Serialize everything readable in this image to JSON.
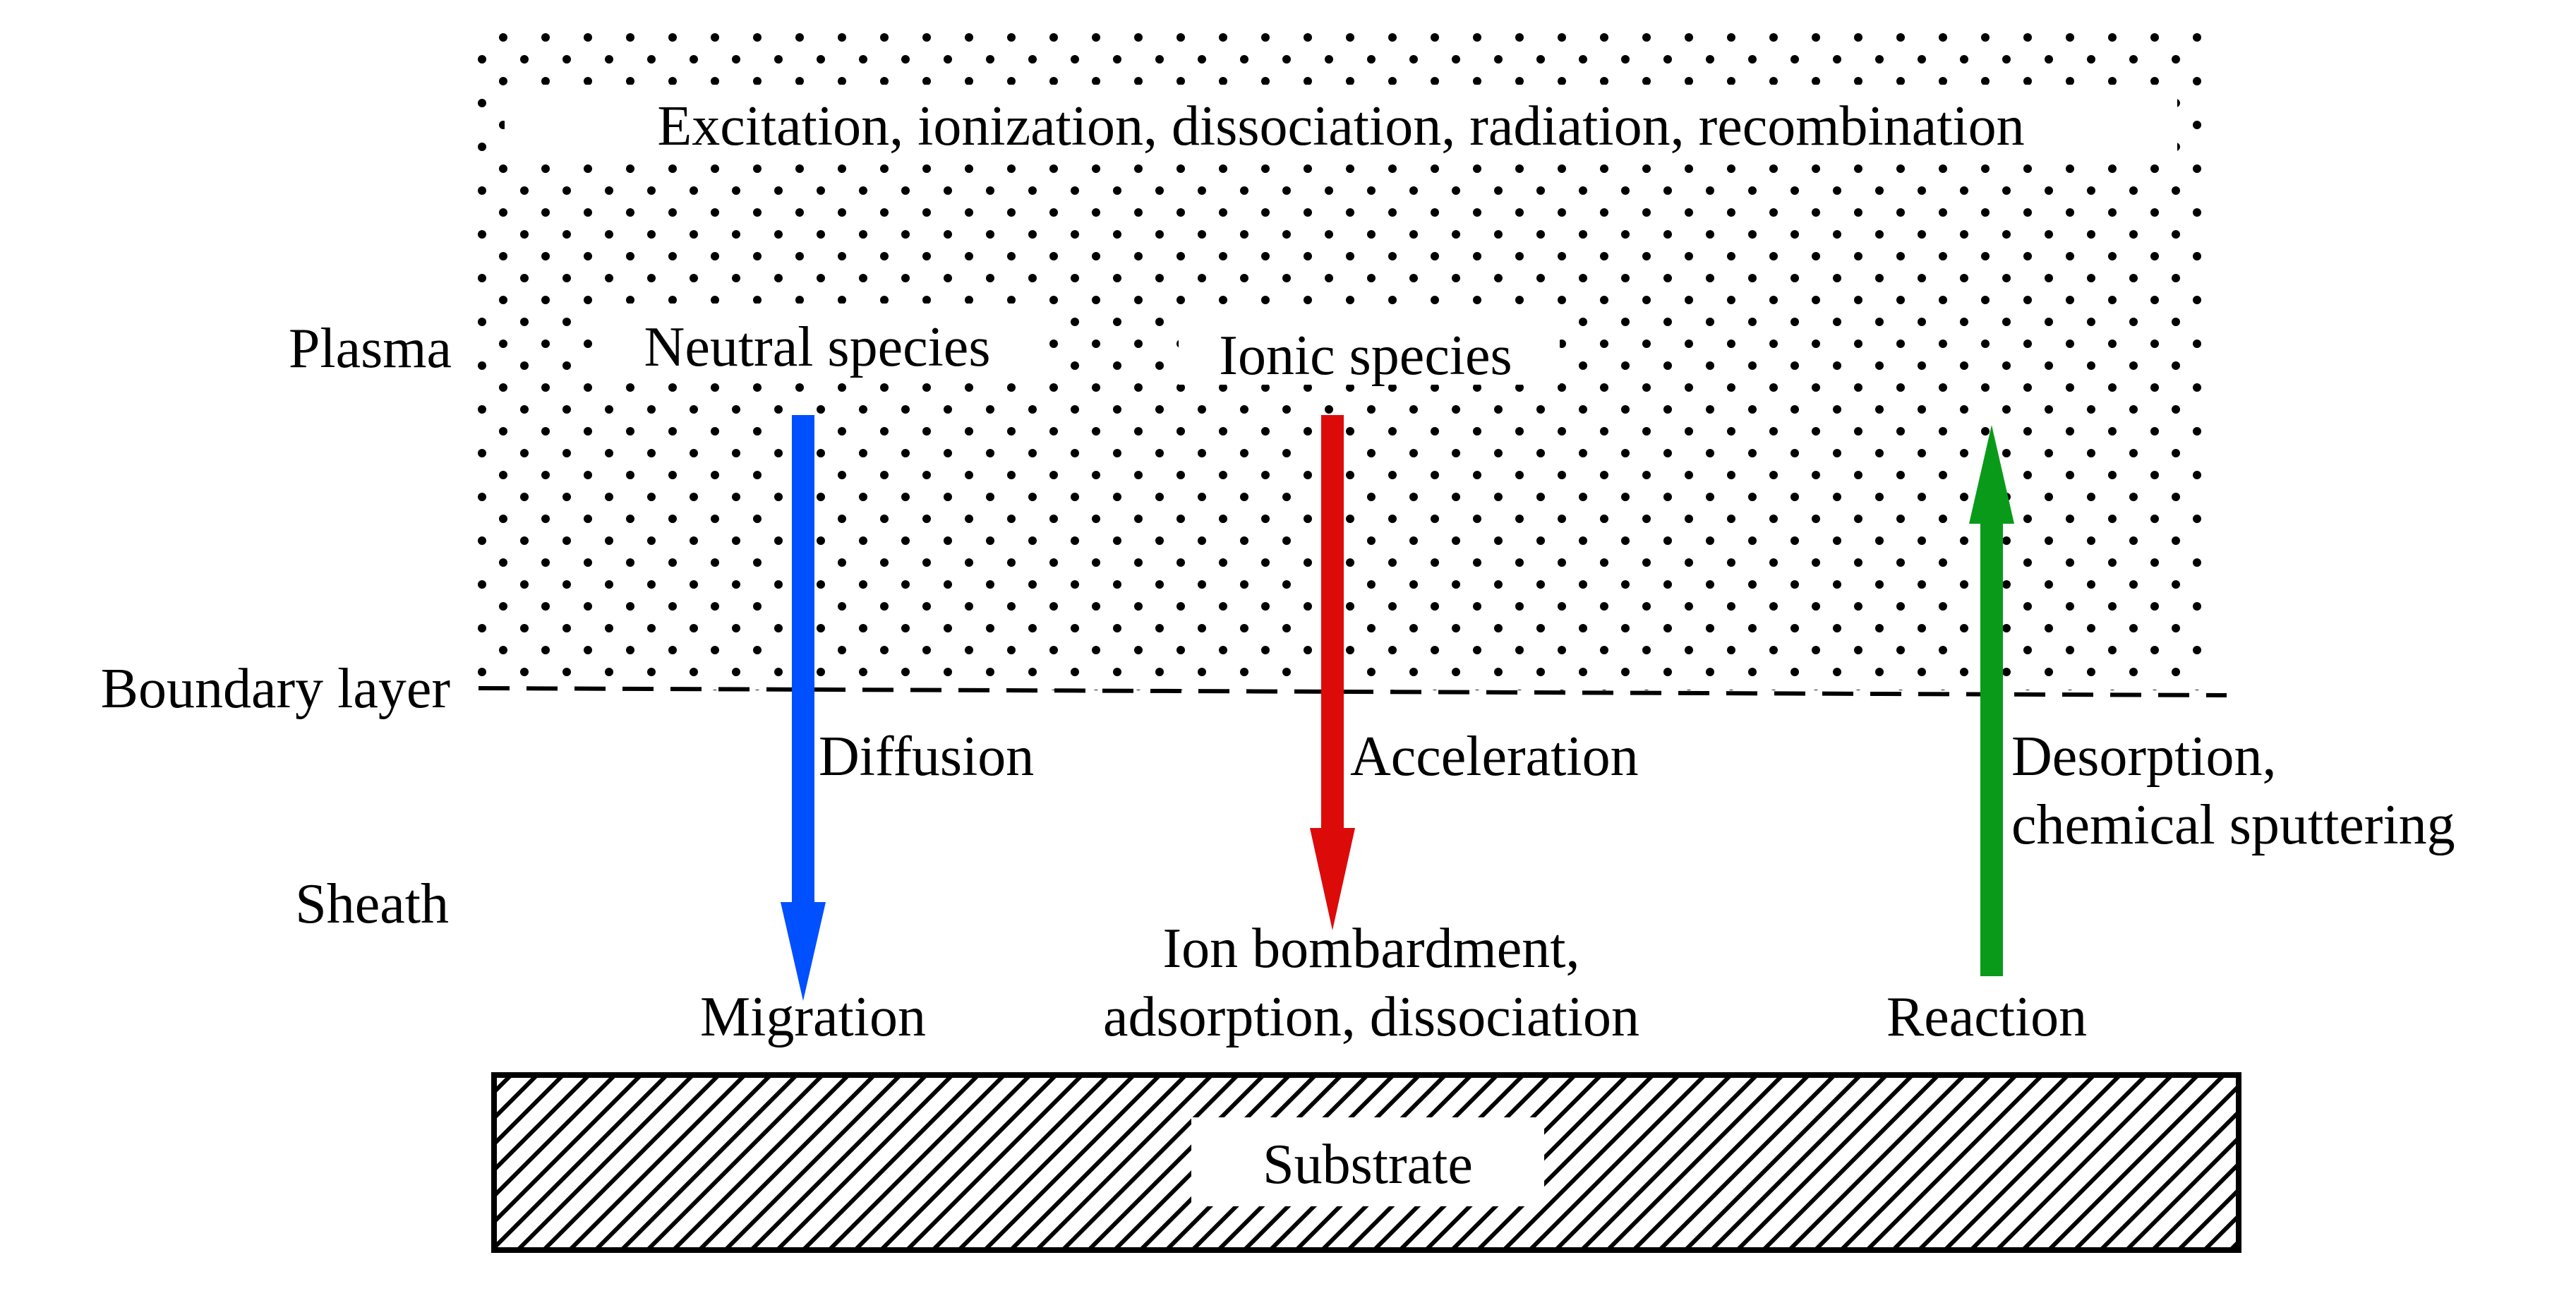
{
  "diagram": {
    "plasma_processes": "Excitation, ionization, dissociation, radiation, recombination",
    "regions": {
      "plasma": "Plasma",
      "boundary_layer": "Boundary layer",
      "sheath": "Sheath"
    },
    "species": {
      "neutral": "Neutral species",
      "ionic": "Ionic species"
    },
    "transport": {
      "diffusion": "Diffusion",
      "acceleration": "Acceleration",
      "desorption_line1": "Desorption,",
      "desorption_line2": "chemical sputtering"
    },
    "surface": {
      "migration": "Migration",
      "ion_line1": "Ion bombardment,",
      "ion_line2": "adsorption, dissociation",
      "reaction": "Reaction"
    },
    "substrate": "Substrate",
    "colors": {
      "neutral_arrow": "#0050ff",
      "ionic_arrow": "#dd0a0a",
      "reaction_arrow": "#0a9a1a",
      "ink": "#000000"
    }
  }
}
